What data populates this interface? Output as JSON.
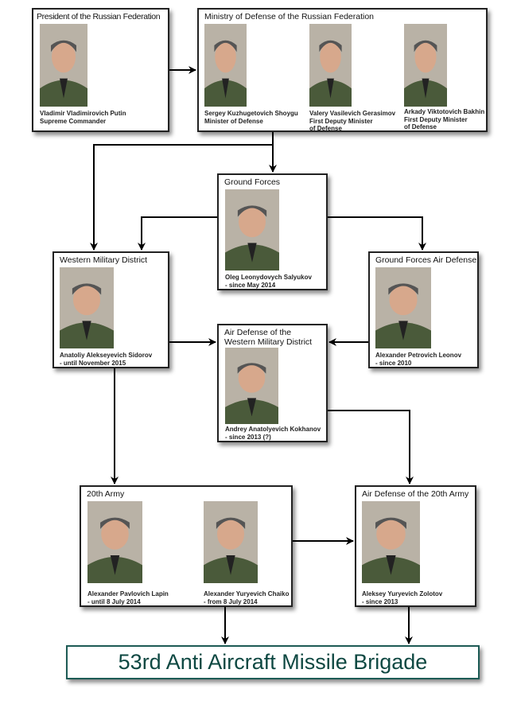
{
  "president": {
    "title": "President of the Russian Federation",
    "name": "Vladimir Vladimirovich Putin",
    "role": "Supreme Commander"
  },
  "ministry": {
    "title": "Ministry of Defense of the Russian Federation",
    "people": [
      {
        "name": "Sergey Kuzhugetovich Shoygu",
        "role": "Minister of Defense"
      },
      {
        "name": "Valery Vasilevich Gerasimov",
        "role": "First Deputy Minister",
        "role2": "of Defense"
      },
      {
        "name": "Arkady Viktotovich Bakhin",
        "role": "First Deputy Minister",
        "role2": "of Defense"
      }
    ]
  },
  "ground_forces": {
    "title": "Ground Forces",
    "name": "Oleg Leonydovych Salyukov",
    "note": "- since May 2014"
  },
  "western_md": {
    "title": "Western Military District",
    "name": "Anatoliy Alekseyevich Sidorov",
    "note": "- until November 2015"
  },
  "gf_air_defense": {
    "title": "Ground Forces Air Defense",
    "name": "Alexander Petrovich Leonov",
    "note": "- since 2010"
  },
  "wmd_air_defense": {
    "title": "Air Defense of the",
    "title2": "Western Military District",
    "name": "Andrey Anatolyevich Kokhanov",
    "note": "- since  2013 (?)"
  },
  "army20": {
    "title": "20th Army",
    "people": [
      {
        "name": "Alexander Pavlovich Lapin",
        "note": "- until 8 July 2014"
      },
      {
        "name": "Alexander Yuryevich Chaiko",
        "note": "- from 8 July 2014"
      }
    ]
  },
  "army20_air_defense": {
    "title": "Air Defense of the 20th Army",
    "name": "Aleksey Yuryevich Zolotov",
    "note": "- since 2013"
  },
  "brigade": {
    "label": "53rd Anti Aircraft Missile Brigade"
  },
  "colors": {
    "brigade_border": "#1d5b55",
    "brigade_text": "#0e4842",
    "uniform": "#4a5a3a"
  }
}
